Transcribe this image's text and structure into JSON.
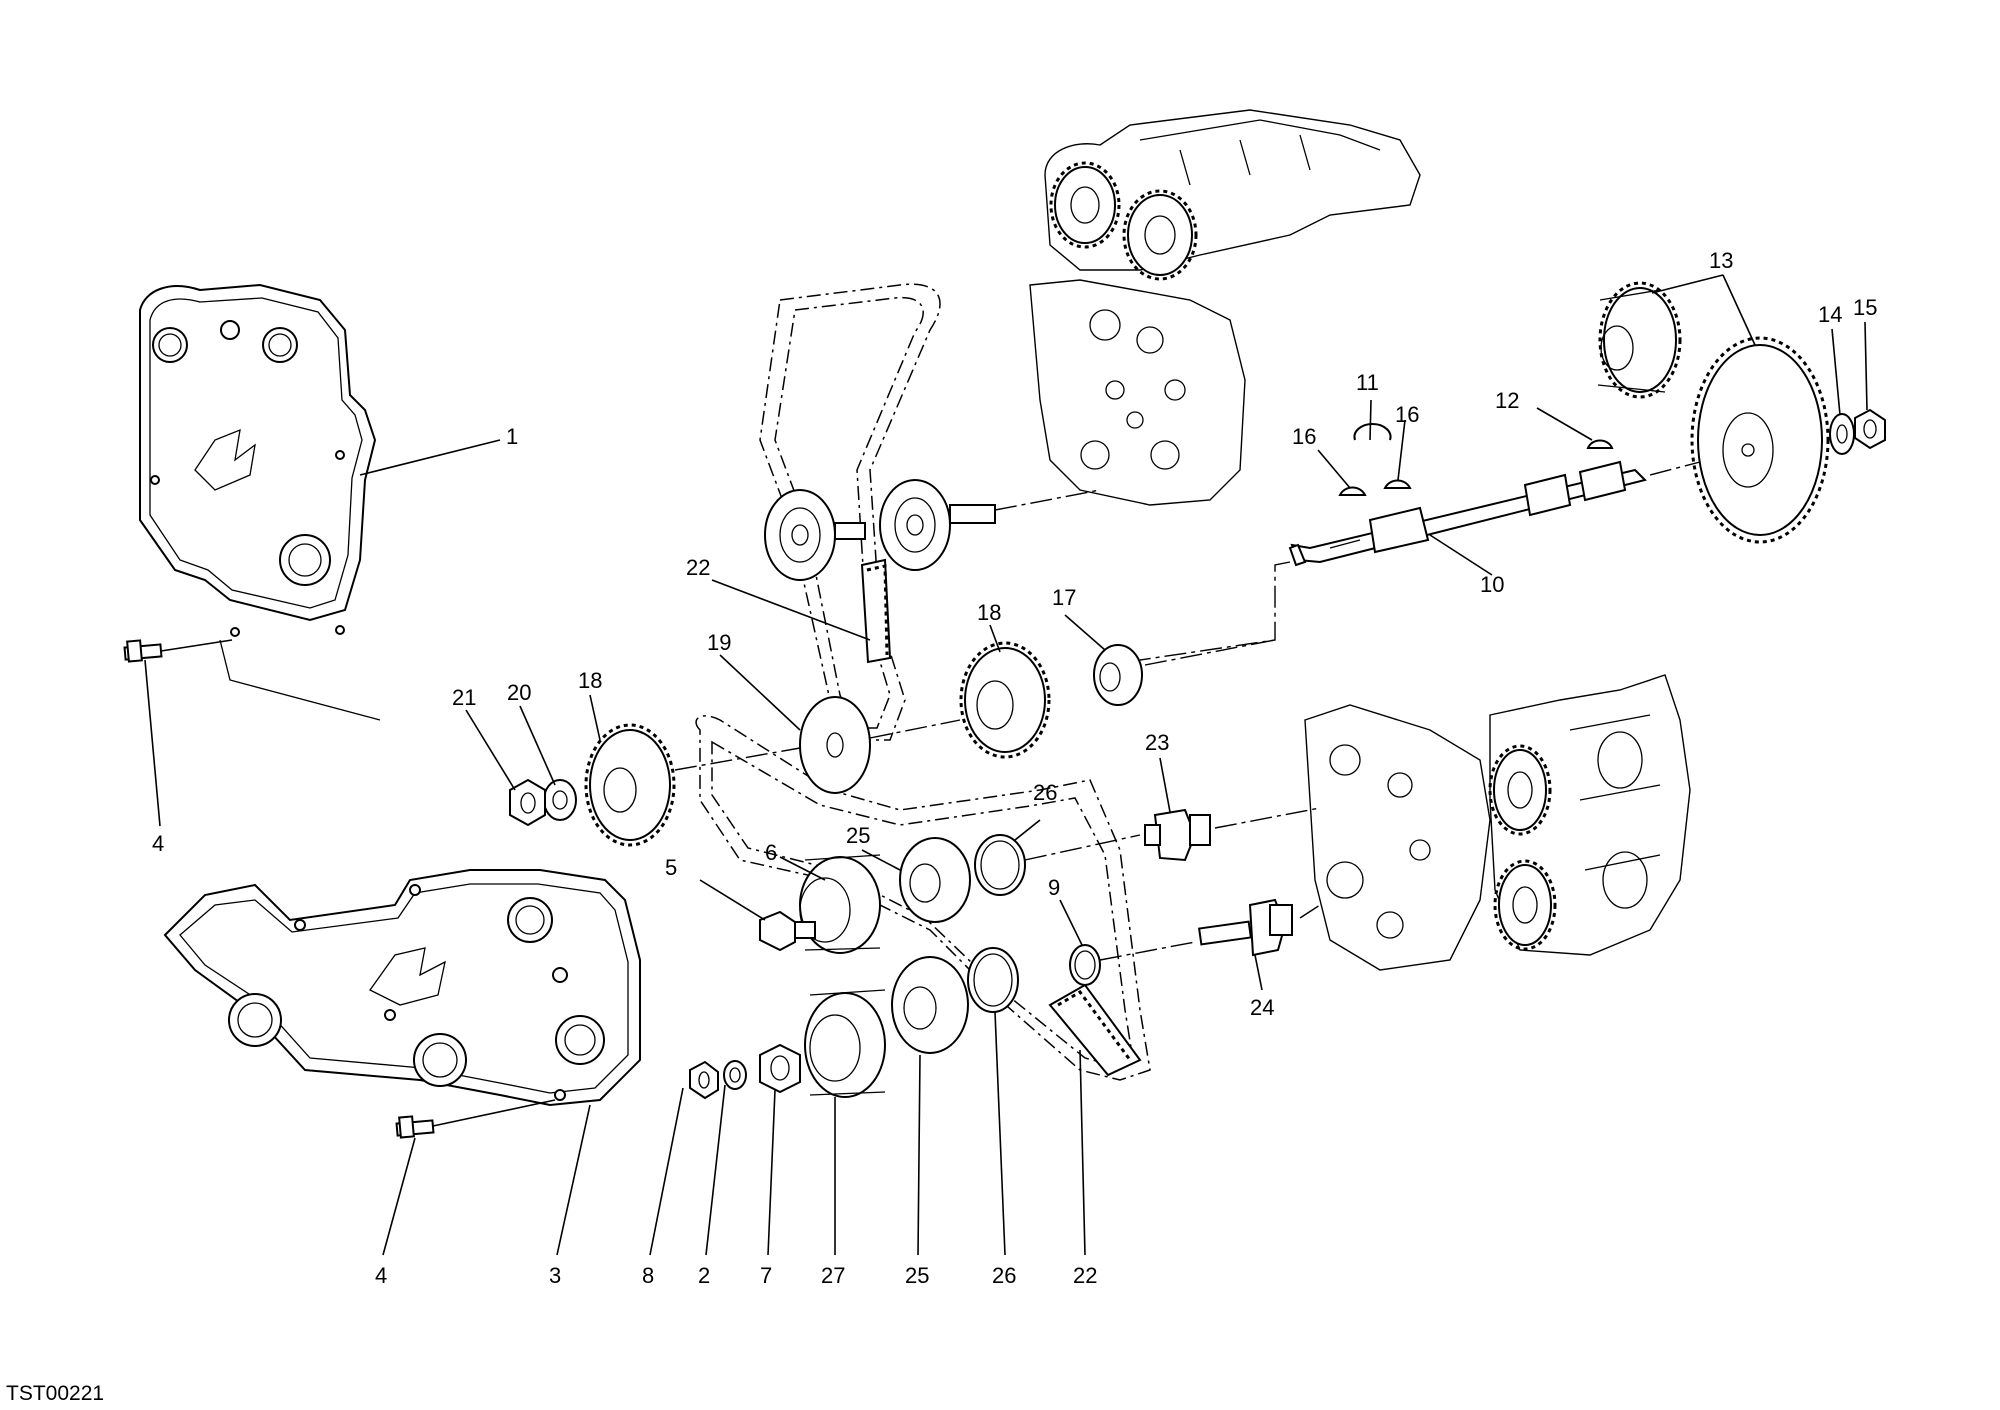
{
  "diagram": {
    "document_code": "TST00221",
    "callouts": [
      "1",
      "4",
      "4",
      "3",
      "8",
      "2",
      "7",
      "27",
      "25",
      "26",
      "22",
      "18",
      "21",
      "20",
      "19",
      "22",
      "18",
      "17",
      "10",
      "11",
      "16",
      "16",
      "12",
      "13",
      "14",
      "15",
      "23",
      "26",
      "25",
      "6",
      "5",
      "9",
      "24"
    ]
  },
  "chart_data": {
    "type": "diagram",
    "title": "",
    "part_numbers": [
      "1",
      "2",
      "3",
      "4",
      "5",
      "6",
      "7",
      "8",
      "9",
      "10",
      "11",
      "12",
      "13",
      "14",
      "15",
      "16",
      "17",
      "18",
      "19",
      "20",
      "21",
      "22",
      "23",
      "24",
      "25",
      "26",
      "27"
    ]
  }
}
